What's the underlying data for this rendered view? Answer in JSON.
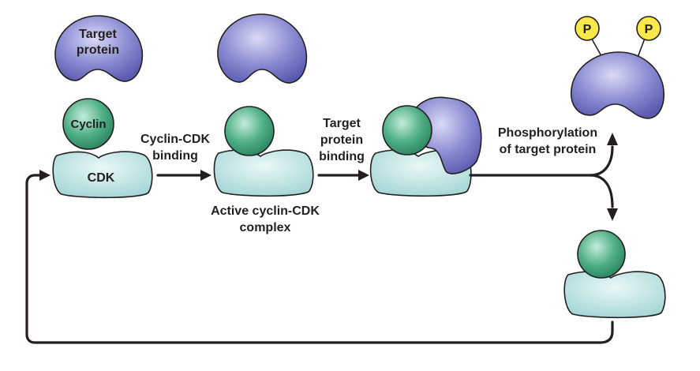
{
  "labels": {
    "target_protein_line1": "Target",
    "target_protein_line2": "protein",
    "cyclin": "Cyclin",
    "cdk": "CDK",
    "cyclin_cdk_binding_line1": "Cyclin-CDK",
    "cyclin_cdk_binding_line2": "binding",
    "target_binding_line1": "Target",
    "target_binding_line2": "protein",
    "target_binding_line3": "binding",
    "active_complex_line1": "Active cyclin-CDK",
    "active_complex_line2": "complex",
    "phosphorylation_line1": "Phosphorylation",
    "phosphorylation_line2": "of target protein",
    "phosphate_1": "P",
    "phosphate_2": "P"
  },
  "colors": {
    "cdk_fill": "#bfe3e3",
    "cyclin_fill": "#4faf86",
    "target_fill": "#7e7fc9",
    "phosphate_fill": "#f7e94a",
    "outline": "#231f20"
  }
}
